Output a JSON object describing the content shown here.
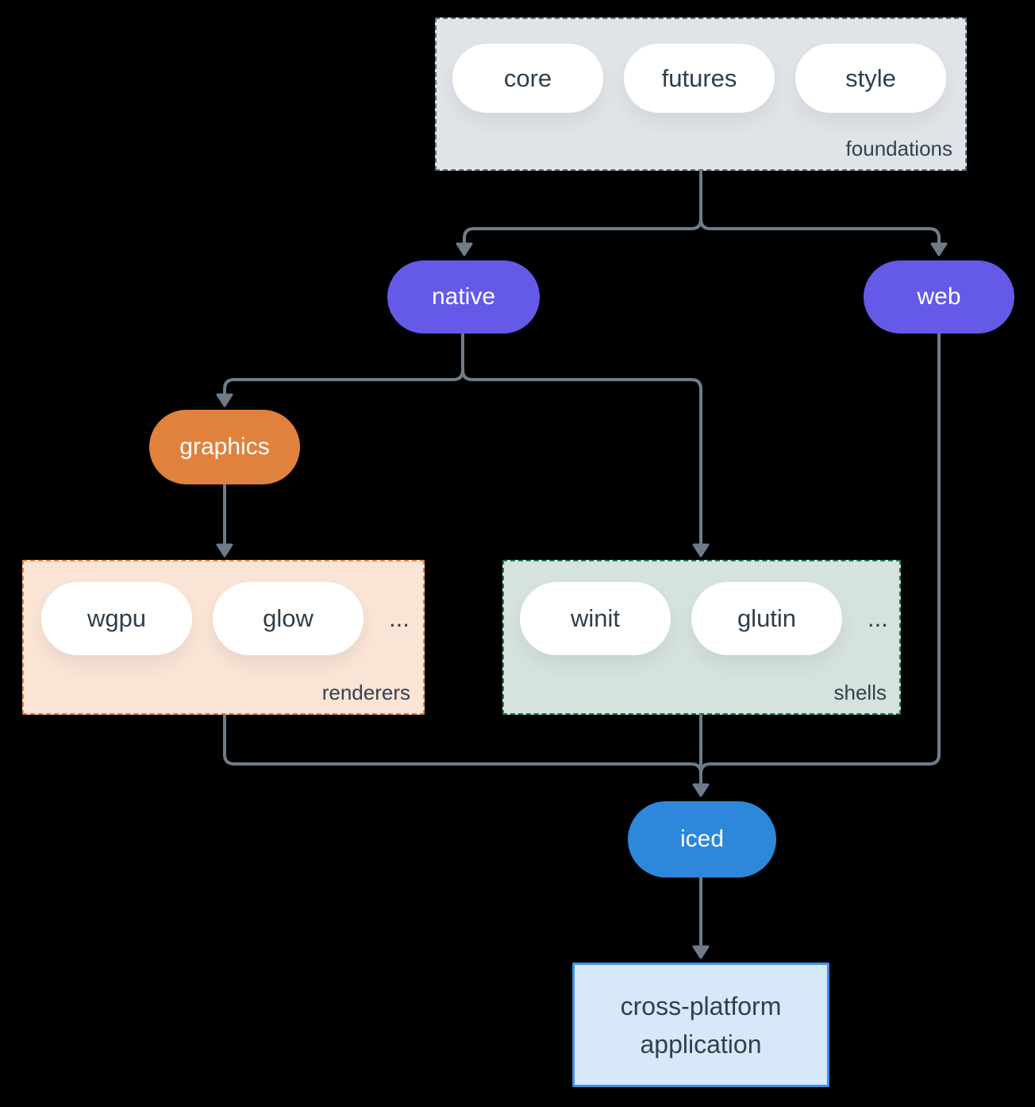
{
  "diagram": {
    "foundations": {
      "pills": [
        "core",
        "futures",
        "style"
      ],
      "label": "foundations"
    },
    "native": {
      "label": "native"
    },
    "web": {
      "label": "web"
    },
    "graphics": {
      "label": "graphics"
    },
    "renderers": {
      "pills": [
        "wgpu",
        "glow"
      ],
      "more": "...",
      "label": "renderers"
    },
    "shells": {
      "pills": [
        "winit",
        "glutin"
      ],
      "more": "...",
      "label": "shells"
    },
    "iced": {
      "label": "iced"
    },
    "application": {
      "label": "cross-platform application"
    }
  },
  "colors": {
    "background": "#000000",
    "connector": "#6e7c8a",
    "pill_purple": "#6559e8",
    "pill_orange": "#e0813d",
    "pill_blue": "#2d88db",
    "foundations_bg": "#e0e4e8",
    "foundations_border": "#5c6f7e",
    "renderers_bg": "#f9e4d5",
    "renderers_border": "#e5823c",
    "shells_bg": "#d5e2dd",
    "shells_border": "#1f7565",
    "application_bg": "#d7e8f9",
    "application_border": "#3f8fe3",
    "text_dark": "#2f3e4c",
    "text_light": "#ffffff"
  }
}
